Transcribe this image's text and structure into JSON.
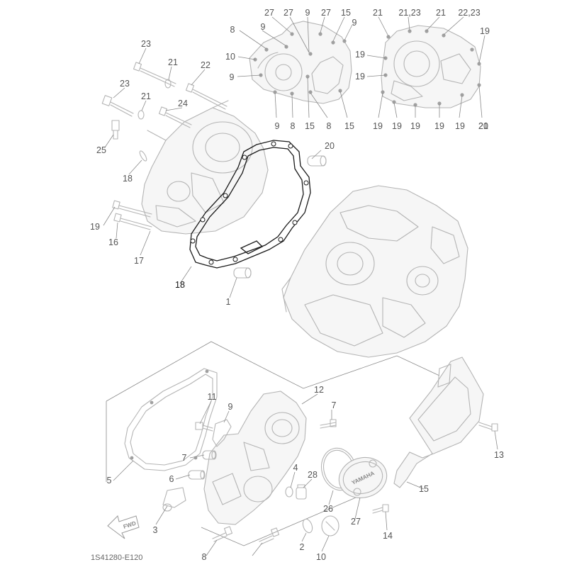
{
  "diagram_code": "1S41280-E120",
  "fwd_label": "FWD",
  "emblem_text": "YAMAHA",
  "callouts": [
    {
      "id": "c27a",
      "text": "27"
    },
    {
      "id": "c27b",
      "text": "27"
    },
    {
      "id": "c9a",
      "text": "9"
    },
    {
      "id": "c27c",
      "text": "27"
    },
    {
      "id": "c15a",
      "text": "15"
    },
    {
      "id": "c8a",
      "text": "8"
    },
    {
      "id": "c9b",
      "text": "9"
    },
    {
      "id": "c9c",
      "text": "9"
    },
    {
      "id": "c10a",
      "text": "10"
    },
    {
      "id": "c9d",
      "text": "9"
    },
    {
      "id": "c9e",
      "text": "9"
    },
    {
      "id": "c8b",
      "text": "8"
    },
    {
      "id": "c15b",
      "text": "15"
    },
    {
      "id": "c8c",
      "text": "8"
    },
    {
      "id": "c15c",
      "text": "15"
    },
    {
      "id": "c21a",
      "text": "21"
    },
    {
      "id": "c2123",
      "text": "21,23"
    },
    {
      "id": "c21b",
      "text": "21"
    },
    {
      "id": "c2223",
      "text": "22,23"
    },
    {
      "id": "c19a",
      "text": "19"
    },
    {
      "id": "c19b",
      "text": "19"
    },
    {
      "id": "c19c",
      "text": "19"
    },
    {
      "id": "c19d",
      "text": "19"
    },
    {
      "id": "c19e",
      "text": "19"
    },
    {
      "id": "c19f",
      "text": "19"
    },
    {
      "id": "c19g",
      "text": "19"
    },
    {
      "id": "c20a",
      "text": "20"
    },
    {
      "id": "c19h",
      "text": "19"
    },
    {
      "id": "c21c",
      "text": "21"
    },
    {
      "id": "c23a",
      "text": "23"
    },
    {
      "id": "c21d",
      "text": "21"
    },
    {
      "id": "c22a",
      "text": "22"
    },
    {
      "id": "c23b",
      "text": "23"
    },
    {
      "id": "c21e",
      "text": "21"
    },
    {
      "id": "c24",
      "text": "24"
    },
    {
      "id": "c25",
      "text": "25"
    },
    {
      "id": "c18a",
      "text": "18"
    },
    {
      "id": "c20b",
      "text": "20"
    },
    {
      "id": "c19i",
      "text": "19"
    },
    {
      "id": "c16",
      "text": "16"
    },
    {
      "id": "c17",
      "text": "17"
    },
    {
      "id": "c18b",
      "text": "18"
    },
    {
      "id": "c1",
      "text": "1"
    },
    {
      "id": "c12",
      "text": "12"
    },
    {
      "id": "c11",
      "text": "11"
    },
    {
      "id": "c9f",
      "text": "9"
    },
    {
      "id": "c7a",
      "text": "7"
    },
    {
      "id": "c7b",
      "text": "7"
    },
    {
      "id": "c6",
      "text": "6"
    },
    {
      "id": "c5",
      "text": "5"
    },
    {
      "id": "c4",
      "text": "4"
    },
    {
      "id": "c28",
      "text": "28"
    },
    {
      "id": "c26",
      "text": "26"
    },
    {
      "id": "c27d",
      "text": "27"
    },
    {
      "id": "c14",
      "text": "14"
    },
    {
      "id": "c15d",
      "text": "15"
    },
    {
      "id": "c13",
      "text": "13"
    },
    {
      "id": "c3",
      "text": "3"
    },
    {
      "id": "c2",
      "text": "2"
    },
    {
      "id": "c10b",
      "text": "10"
    },
    {
      "id": "c8d",
      "text": "8"
    }
  ]
}
